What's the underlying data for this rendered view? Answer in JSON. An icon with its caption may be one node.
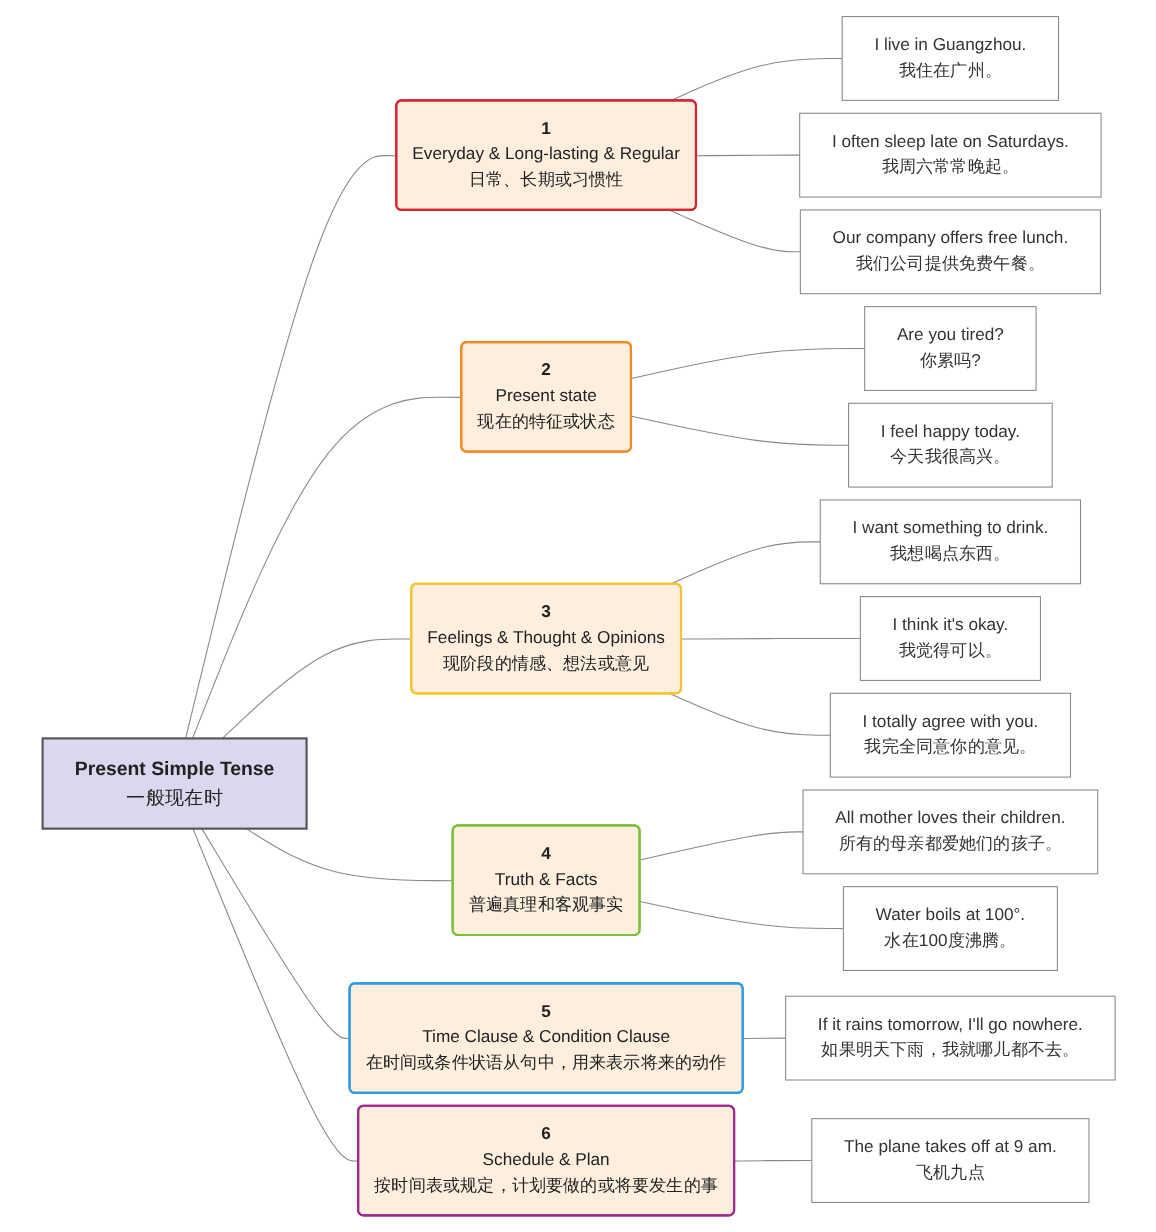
{
  "diagram": {
    "nodes": [
      {
        "text": [
          "Present Simple Tense",
          "一般现在时"
        ]
      },
      {
        "text": [
          "1",
          "Everyday & Long-lasting & Regular",
          "日常、长期或习惯性"
        ]
      },
      {
        "text": [
          "I live in Guangzhou.",
          "我住在广州。"
        ]
      },
      {
        "text": [
          "I often sleep late on Saturdays.",
          "我周六常常晚起。"
        ]
      },
      {
        "text": [
          "Our company offers free lunch.",
          "我们公司提供免费午餐。"
        ]
      },
      {
        "text": [
          "2",
          "Present state",
          "现在的特征或状态"
        ]
      },
      {
        "text": [
          "Are you tired?",
          "你累吗?"
        ]
      },
      {
        "text": [
          "I feel happy today.",
          "今天我很高兴。"
        ]
      },
      {
        "text": [
          "3",
          "Feelings & Thought & Opinions",
          "现阶段的情感、想法或意见"
        ]
      },
      {
        "text": [
          "I want something to drink.",
          "我想喝点东西。"
        ]
      },
      {
        "text": [
          "I think it's okay.",
          "我觉得可以。"
        ]
      },
      {
        "text": [
          "I totally agree with you.",
          "我完全同意你的意见。"
        ]
      },
      {
        "text": [
          "4",
          "Truth & Facts",
          "普遍真理和客观事实"
        ]
      },
      {
        "text": [
          "All mother loves their children.",
          "所有的母亲都爱她们的孩子。"
        ]
      },
      {
        "text": [
          "Water boils at 100°.",
          "水在100度沸腾。"
        ]
      },
      {
        "text": [
          "5",
          "Time Clause & Condition Clause",
          "在时间或条件状语从句中，用来表示将来的动作"
        ]
      },
      {
        "text": [
          "If it rains tomorrow, I'll go nowhere.",
          "如果明天下雨，我就哪儿都不去。"
        ]
      },
      {
        "text": [
          "6",
          "Schedule & Plan",
          "按时间表或规定，计划要做的或将要发生的事"
        ]
      },
      {
        "text": [
          "The plane takes off at 9 am.",
          "飞机九点"
        ]
      }
    ],
    "edges": [
      {
        "from": 0,
        "to": 1,
        "arrow": "none"
      },
      {
        "from": 0,
        "to": 5,
        "arrow": "none"
      },
      {
        "from": 0,
        "to": 8,
        "arrow": "none"
      },
      {
        "from": 0,
        "to": 12,
        "arrow": "none"
      },
      {
        "from": 0,
        "to": 15,
        "arrow": "none"
      },
      {
        "from": 0,
        "to": 17,
        "arrow": "none"
      },
      {
        "from": 1,
        "to": 2,
        "arrow": "none"
      },
      {
        "from": 1,
        "to": 3,
        "arrow": "none"
      },
      {
        "from": 1,
        "to": 4,
        "arrow": "none"
      },
      {
        "from": 5,
        "to": 6,
        "arrow": "none"
      },
      {
        "from": 5,
        "to": 7,
        "arrow": "none"
      },
      {
        "from": 8,
        "to": 9,
        "arrow": "none"
      },
      {
        "from": 8,
        "to": 10,
        "arrow": "none"
      },
      {
        "from": 8,
        "to": 11,
        "arrow": "none"
      },
      {
        "from": 12,
        "to": 13,
        "arrow": "none"
      },
      {
        "from": 12,
        "to": 14,
        "arrow": "none"
      },
      {
        "from": 15,
        "to": 16,
        "arrow": "none"
      },
      {
        "from": 17,
        "to": 18,
        "arrow": "none"
      }
    ]
  }
}
